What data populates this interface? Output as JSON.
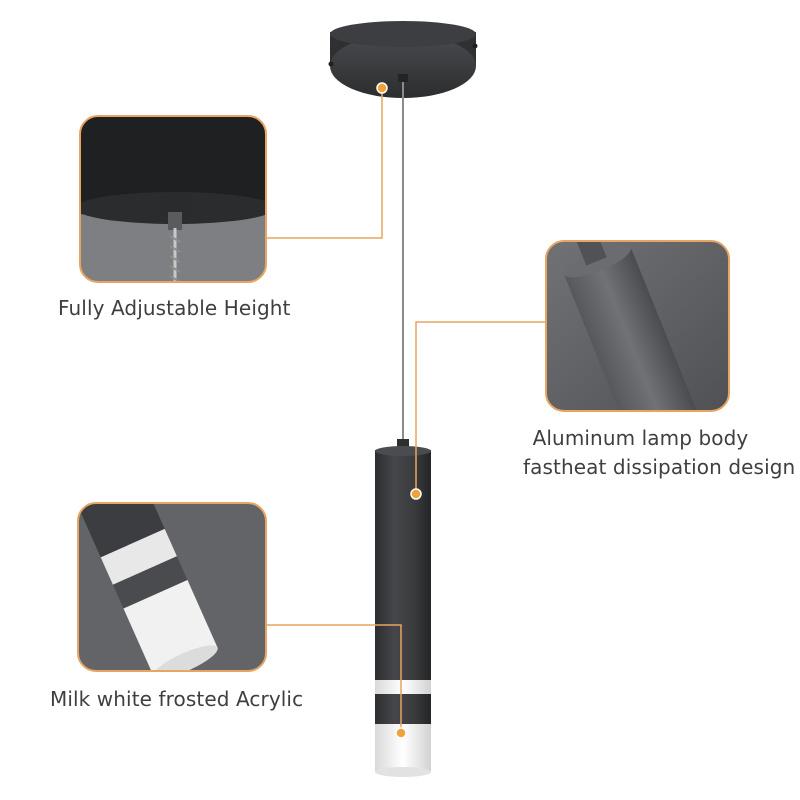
{
  "callouts": {
    "height": {
      "label": "Fully Adjustable Height"
    },
    "body": {
      "line1": "Aluminum lamp body",
      "line2": "fastheat dissipation design"
    },
    "acrylic": {
      "label": "Milk white frosted Acrylic"
    }
  },
  "colors": {
    "accent_orange": "#f0a23a",
    "leader_line": "#e8a462",
    "lamp_dark": "#3b3c3e",
    "text": "#3f3f3f"
  }
}
